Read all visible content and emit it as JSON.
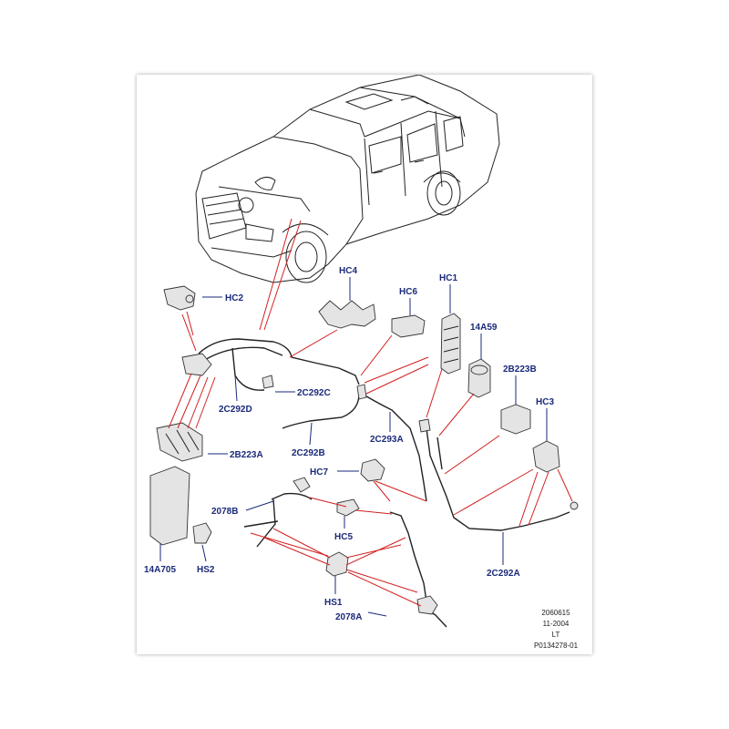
{
  "colors": {
    "callout_text": "#1a2a7a",
    "leader_lines": "#d22020",
    "linework": "#222222"
  },
  "callouts": {
    "HC2": "HC2",
    "HC4": "HC4",
    "HC6": "HC6",
    "HC1": "HC1",
    "14A59": "14A59",
    "2B223B": "2B223B",
    "HC3": "HC3",
    "2C292C": "2C292C",
    "2C292D": "2C292D",
    "2C293A": "2C293A",
    "2B223A": "2B223A",
    "2C292B": "2C292B",
    "HC7": "HC7",
    "2078B": "2078B",
    "HC5": "HC5",
    "14A705": "14A705",
    "HS2": "HS2",
    "HS1": "HS1",
    "2C292A": "2C292A",
    "2078A": "2078A"
  },
  "reference_block": {
    "line1": "2060615",
    "line2": "11-2004",
    "line3": "LT",
    "line4": "P0134278-01"
  }
}
